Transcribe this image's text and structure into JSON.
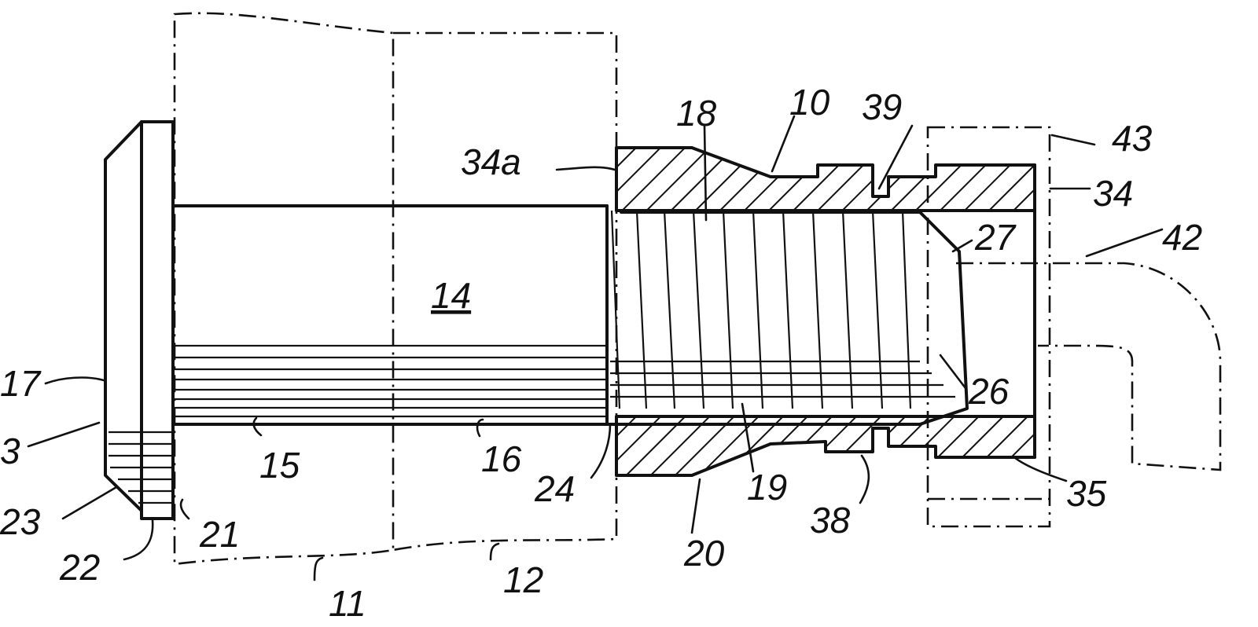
{
  "diagram": {
    "labels": {
      "l10": "10",
      "l11": "11",
      "l12": "12",
      "l13": "3",
      "l14": "14",
      "l15": "15",
      "l16": "16",
      "l17": "17",
      "l18": "18",
      "l19": "19",
      "l20": "20",
      "l21": "21",
      "l22": "22",
      "l23": "23",
      "l24": "24",
      "l26": "26",
      "l27": "27",
      "l34": "34",
      "l34a": "34a",
      "l35": "35",
      "l38": "38",
      "l39": "39",
      "l42": "42",
      "l43": "43"
    }
  }
}
